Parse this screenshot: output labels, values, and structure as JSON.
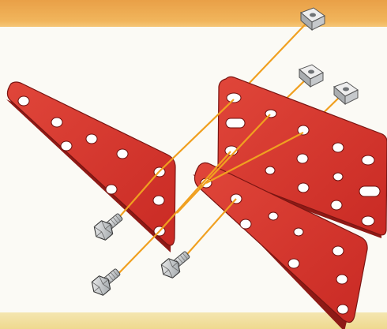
{
  "diagram": {
    "type": "exploded assembly illustration",
    "parts": [
      {
        "id": "triangular-plate-left",
        "kind": "flexible triangular plate",
        "color": "#d9322b"
      },
      {
        "id": "flanged-plate-right",
        "kind": "flexible plate",
        "color": "#d9322b"
      },
      {
        "id": "triangular-plate-bottom",
        "kind": "flexible triangular plate",
        "color": "#d9322b"
      },
      {
        "id": "nut-top",
        "kind": "square nut",
        "color": "#c9c9c9"
      },
      {
        "id": "nut-middle",
        "kind": "square nut",
        "color": "#c9c9c9"
      },
      {
        "id": "nut-right",
        "kind": "square nut",
        "color": "#c9c9c9"
      },
      {
        "id": "bolt-upper",
        "kind": "hex bolt",
        "color": "#b9bcbf"
      },
      {
        "id": "bolt-lower",
        "kind": "hex bolt",
        "color": "#b9bcbf"
      },
      {
        "id": "bolt-middle",
        "kind": "hex bolt",
        "color": "#b9bcbf"
      }
    ],
    "assembly_lines_color": "#f0a020",
    "background_colors": {
      "top_band": "#eea54d",
      "sheet": "#fbfaf5",
      "bottom_band": "#f2dfa0"
    }
  }
}
